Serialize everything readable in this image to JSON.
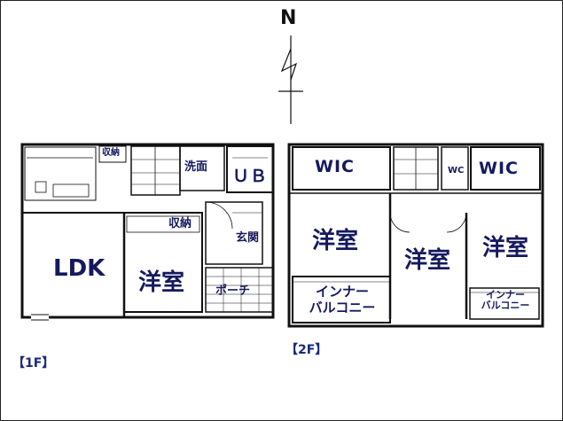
{
  "compass": {
    "label": "N"
  },
  "floors": {
    "first": "【1F】",
    "second": "【2F】"
  },
  "rooms_1f": {
    "ldk": "LDK",
    "western_room": "洋室",
    "storage_top": "収納",
    "storage_mid": "収納",
    "washroom": "洗面",
    "bath": "ＵＢ",
    "entrance": "玄関",
    "porch": "ポーチ"
  },
  "rooms_2f": {
    "wic_left": "WIC",
    "wic_right": "WIC",
    "wc": "WC",
    "western_left": "洋室",
    "western_center": "洋室",
    "western_right": "洋室",
    "inner_balcony_left_1": "インナー",
    "inner_balcony_left_2": "バルコニー",
    "inner_balcony_right_1": "インナー",
    "inner_balcony_right_2": "バルコニー"
  }
}
